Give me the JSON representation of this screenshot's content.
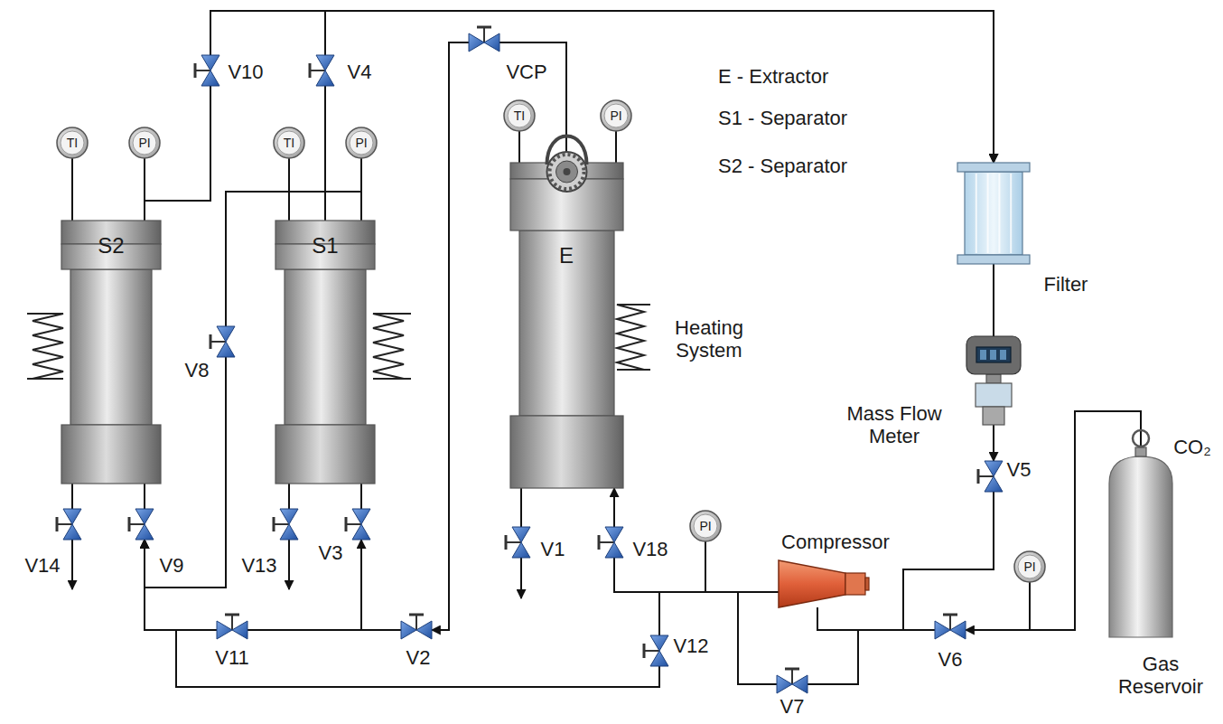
{
  "diagram": {
    "nodes": [
      {
        "text": [
          "V10"
        ]
      },
      {
        "text": [
          "V4"
        ]
      },
      {
        "text": [
          "VCP"
        ]
      },
      {
        "text": [
          "TI"
        ]
      },
      {
        "text": [
          "PI"
        ]
      },
      {
        "text": [
          "TI"
        ]
      },
      {
        "text": [
          "PI"
        ]
      },
      {
        "text": [
          "TI"
        ]
      },
      {
        "text": [
          "PI"
        ]
      },
      {
        "text": [
          "E"
        ]
      },
      {
        "text": [
          "Filter"
        ]
      },
      {
        "text": [
          "S2"
        ]
      },
      {
        "text": [
          "S1"
        ]
      },
      {
        "text": [
          "V8"
        ]
      },
      {
        "text": [
          "Mass Flow Meter"
        ]
      },
      {
        "text": [
          "V5"
        ]
      },
      {
        "text": [
          "CO₂",
          "Gas Reservoir"
        ]
      },
      {
        "text": [
          "V14"
        ]
      },
      {
        "text": [
          "V9"
        ]
      },
      {
        "text": [
          "V13"
        ]
      },
      {
        "text": [
          "V3"
        ]
      },
      {
        "text": [
          "V1"
        ]
      },
      {
        "text": [
          "V18"
        ]
      },
      {
        "text": [
          "PI"
        ]
      },
      {
        "text": [
          "Compressor"
        ]
      },
      {
        "text": [
          "PI"
        ]
      },
      {
        "text": [
          "V11"
        ]
      },
      {
        "text": [
          "V2"
        ]
      },
      {
        "text": [
          "V12"
        ]
      },
      {
        "text": [
          "V6"
        ]
      },
      {
        "text": [
          "V7"
        ]
      }
    ],
    "edges": [
      {
        "from": 11,
        "to": 0,
        "arrow": "none"
      },
      {
        "from": 0,
        "to": 10,
        "arrow": "to"
      },
      {
        "from": 12,
        "to": 1,
        "arrow": "none"
      },
      {
        "from": 1,
        "to": 10,
        "arrow": "to"
      },
      {
        "from": 3,
        "to": 11,
        "arrow": "none"
      },
      {
        "from": 4,
        "to": 11,
        "arrow": "none"
      },
      {
        "from": 5,
        "to": 12,
        "arrow": "none"
      },
      {
        "from": 6,
        "to": 12,
        "arrow": "none"
      },
      {
        "from": 7,
        "to": 9,
        "arrow": "none"
      },
      {
        "from": 8,
        "to": 9,
        "arrow": "none"
      },
      {
        "from": 9,
        "to": 2,
        "arrow": "none"
      },
      {
        "from": 2,
        "to": 27,
        "arrow": "to"
      },
      {
        "from": 12,
        "to": 13,
        "arrow": "none"
      },
      {
        "from": 13,
        "to": 18,
        "arrow": "to"
      },
      {
        "from": 11,
        "to": 17,
        "arrow": "none"
      },
      {
        "from": 11,
        "to": 18,
        "arrow": "none"
      },
      {
        "from": 12,
        "to": 19,
        "arrow": "none"
      },
      {
        "from": 12,
        "to": 20,
        "arrow": "none"
      },
      {
        "from": 27,
        "to": 20,
        "arrow": "to"
      },
      {
        "from": 27,
        "to": 26,
        "arrow": "none"
      },
      {
        "from": 26,
        "to": 18,
        "arrow": "to"
      },
      {
        "from": 28,
        "to": 26,
        "arrow": "none"
      },
      {
        "from": 28,
        "to": 18,
        "arrow": "to"
      },
      {
        "from": 9,
        "to": 21,
        "arrow": "none"
      },
      {
        "from": 22,
        "to": 9,
        "arrow": "to"
      },
      {
        "from": 24,
        "to": 22,
        "arrow": "none"
      },
      {
        "from": 24,
        "to": 28,
        "arrow": "none"
      },
      {
        "from": 23,
        "to": 24,
        "arrow": "none"
      },
      {
        "from": 24,
        "to": 30,
        "arrow": "none"
      },
      {
        "from": 30,
        "to": 24,
        "arrow": "none"
      },
      {
        "from": 10,
        "to": 14,
        "arrow": "none"
      },
      {
        "from": 14,
        "to": 15,
        "arrow": "to"
      },
      {
        "from": 15,
        "to": 24,
        "arrow": "none"
      },
      {
        "from": 16,
        "to": 29,
        "arrow": "to"
      },
      {
        "from": 25,
        "to": 29,
        "arrow": "none"
      },
      {
        "from": 29,
        "to": 24,
        "arrow": "none"
      }
    ],
    "labels": [
      "E - Extractor",
      "S1 - Separator",
      "S2 - Separator",
      "Heating System"
    ]
  }
}
